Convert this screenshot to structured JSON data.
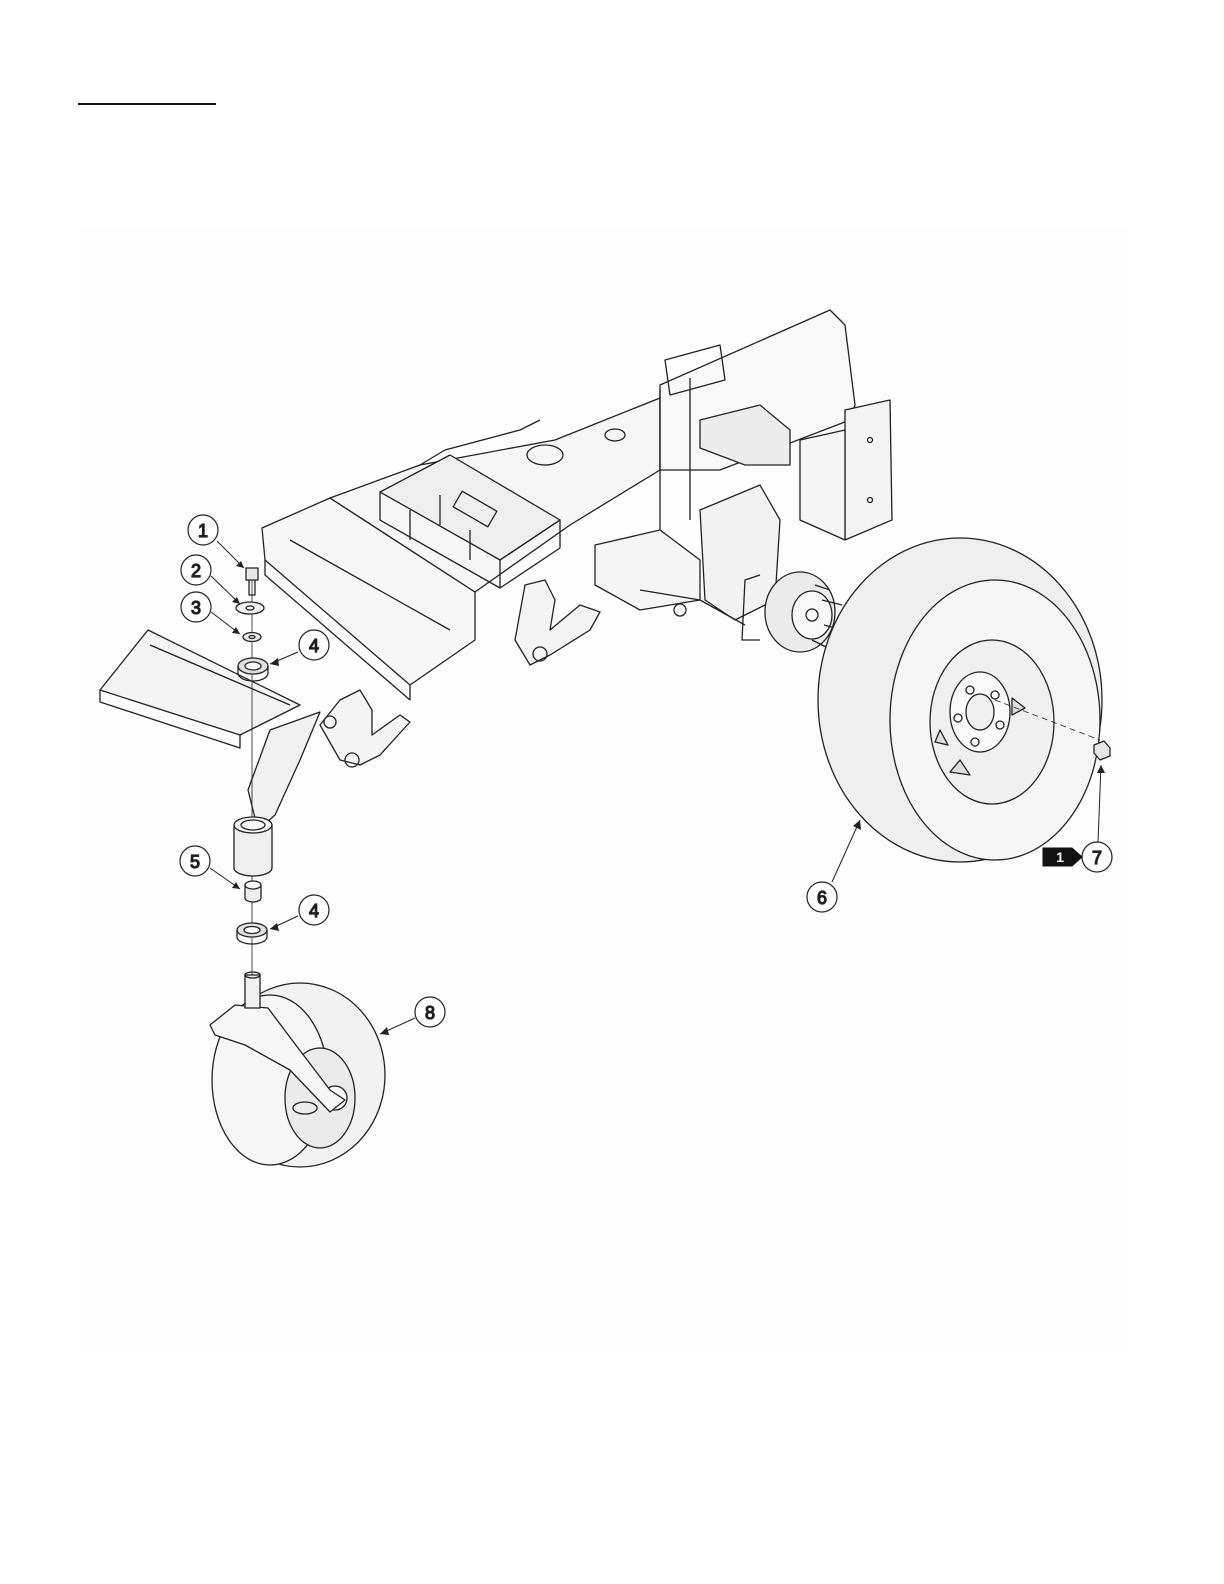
{
  "callouts": [
    {
      "id": "c1",
      "label": "1"
    },
    {
      "id": "c2",
      "label": "2"
    },
    {
      "id": "c3",
      "label": "3"
    },
    {
      "id": "c4a",
      "label": "4"
    },
    {
      "id": "c5",
      "label": "5"
    },
    {
      "id": "c4b",
      "label": "4"
    },
    {
      "id": "c8",
      "label": "8"
    },
    {
      "id": "c6",
      "label": "6"
    },
    {
      "id": "c7",
      "label": "7"
    }
  ],
  "badge": {
    "label": "1"
  },
  "colors": {
    "line": "#222222",
    "fill": "#f4f4f4",
    "tire": "#efefef",
    "badge": "#111111"
  }
}
